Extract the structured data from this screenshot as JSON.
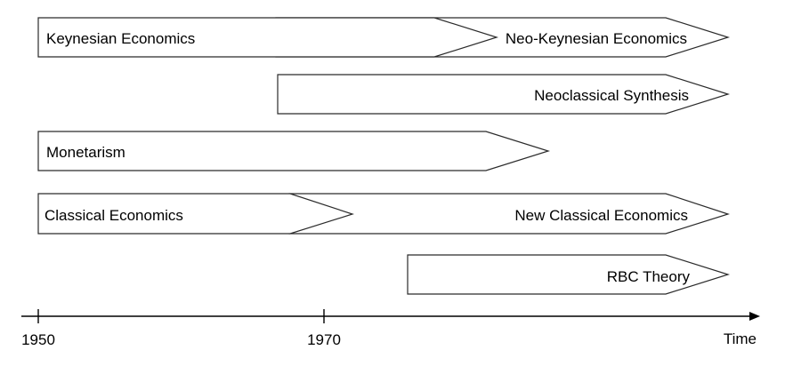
{
  "diagram": {
    "eras": [
      {
        "label": "Keynesian Economics"
      },
      {
        "label": "Neo-Keynesian Economics"
      },
      {
        "label": "Neoclassical Synthesis"
      },
      {
        "label": "Monetarism"
      },
      {
        "label": "Classical Economics"
      },
      {
        "label": "New Classical Economics"
      },
      {
        "label": "RBC Theory"
      }
    ],
    "axis": {
      "ticks": [
        {
          "label": "1950"
        },
        {
          "label": "1970"
        }
      ],
      "label": "Time"
    }
  }
}
